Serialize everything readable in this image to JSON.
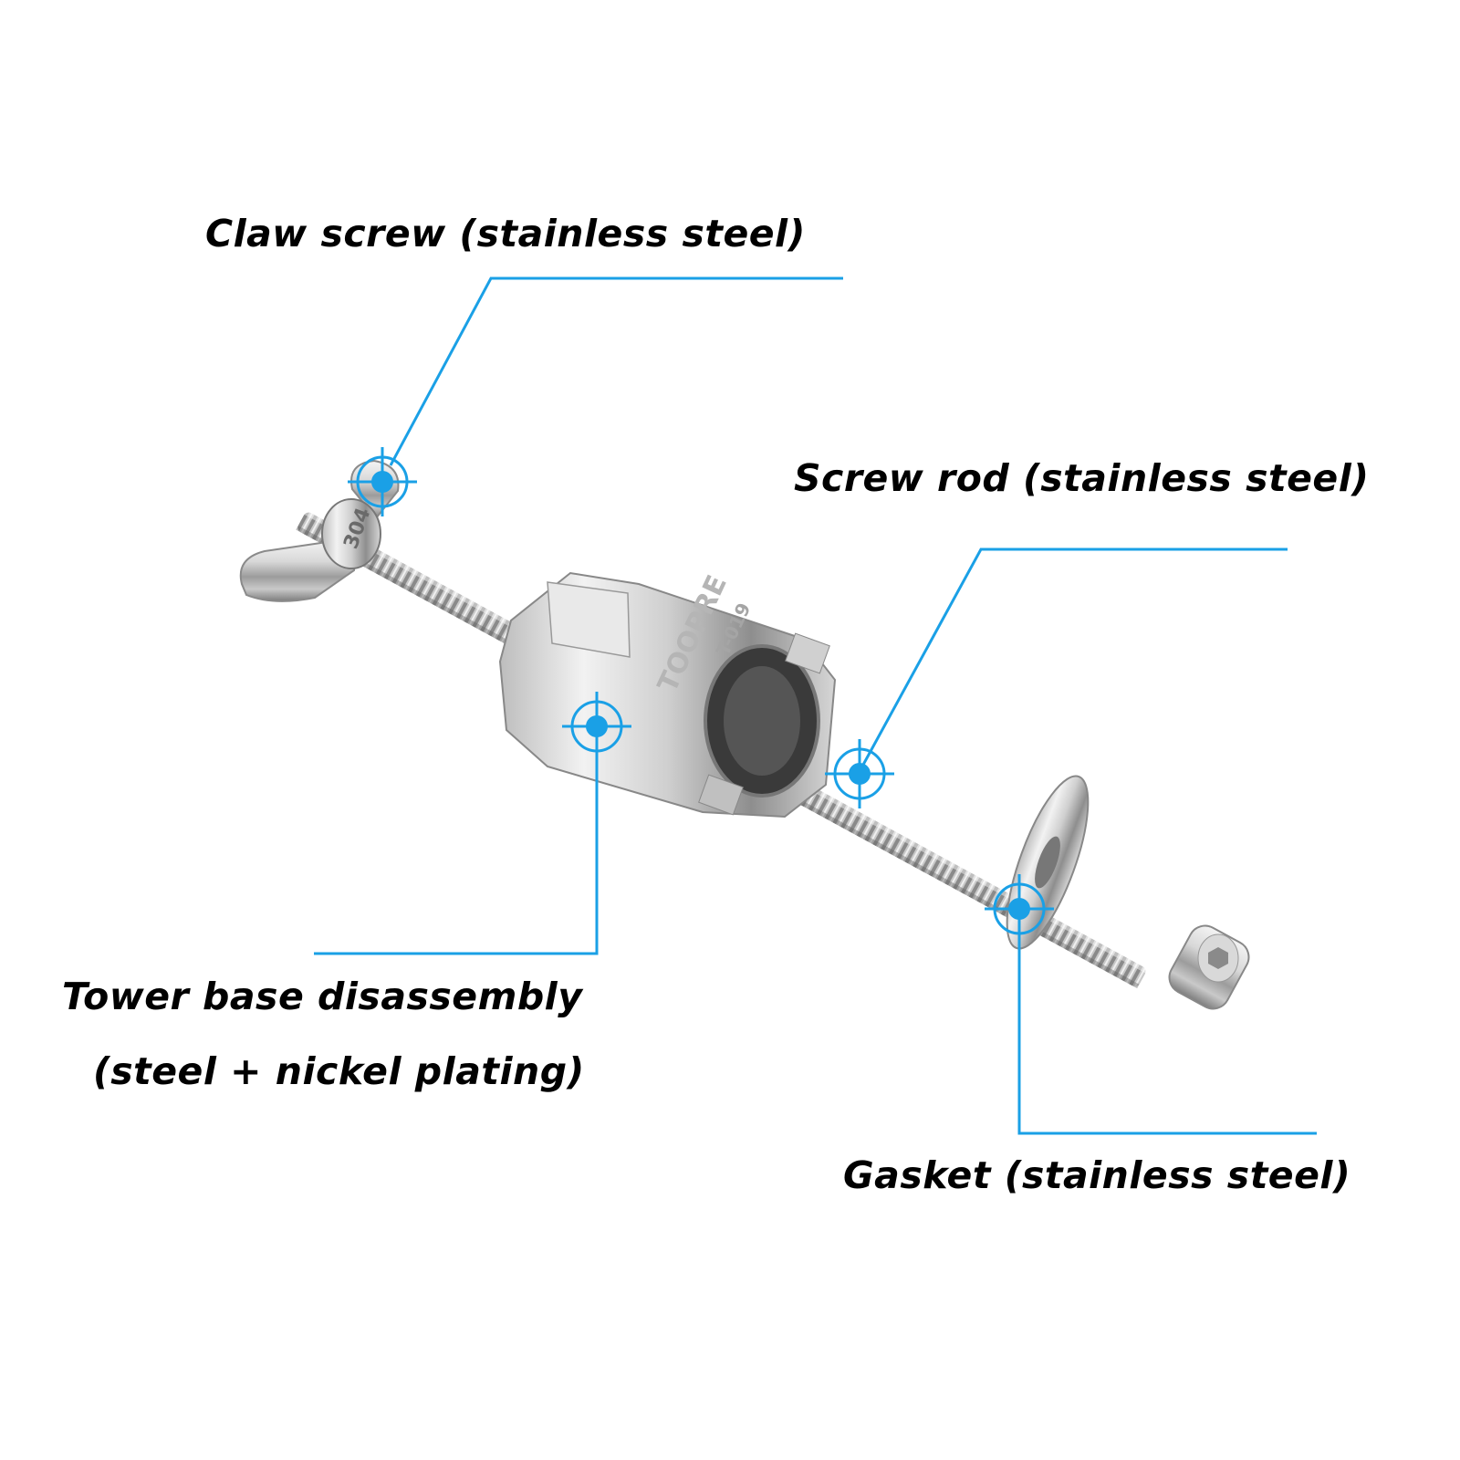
{
  "colors": {
    "callout": "#1aa0e6",
    "text": "#000000",
    "background": "#ffffff"
  },
  "brand_marking": "TOOPRE",
  "model_marking": "T-019",
  "washer_stamp": "304",
  "callouts": {
    "claw_screw": {
      "label": "Claw screw (stainless steel)",
      "icon": "crosshair-target-icon"
    },
    "screw_rod": {
      "label": "Screw rod (stainless steel)",
      "icon": "crosshair-target-icon"
    },
    "tower_base": {
      "label_line1": "Tower base disassembly",
      "label_line2": "(steel + nickel plating)",
      "icon": "crosshair-target-icon"
    },
    "gasket": {
      "label": "Gasket (stainless steel)",
      "icon": "crosshair-target-icon"
    }
  }
}
